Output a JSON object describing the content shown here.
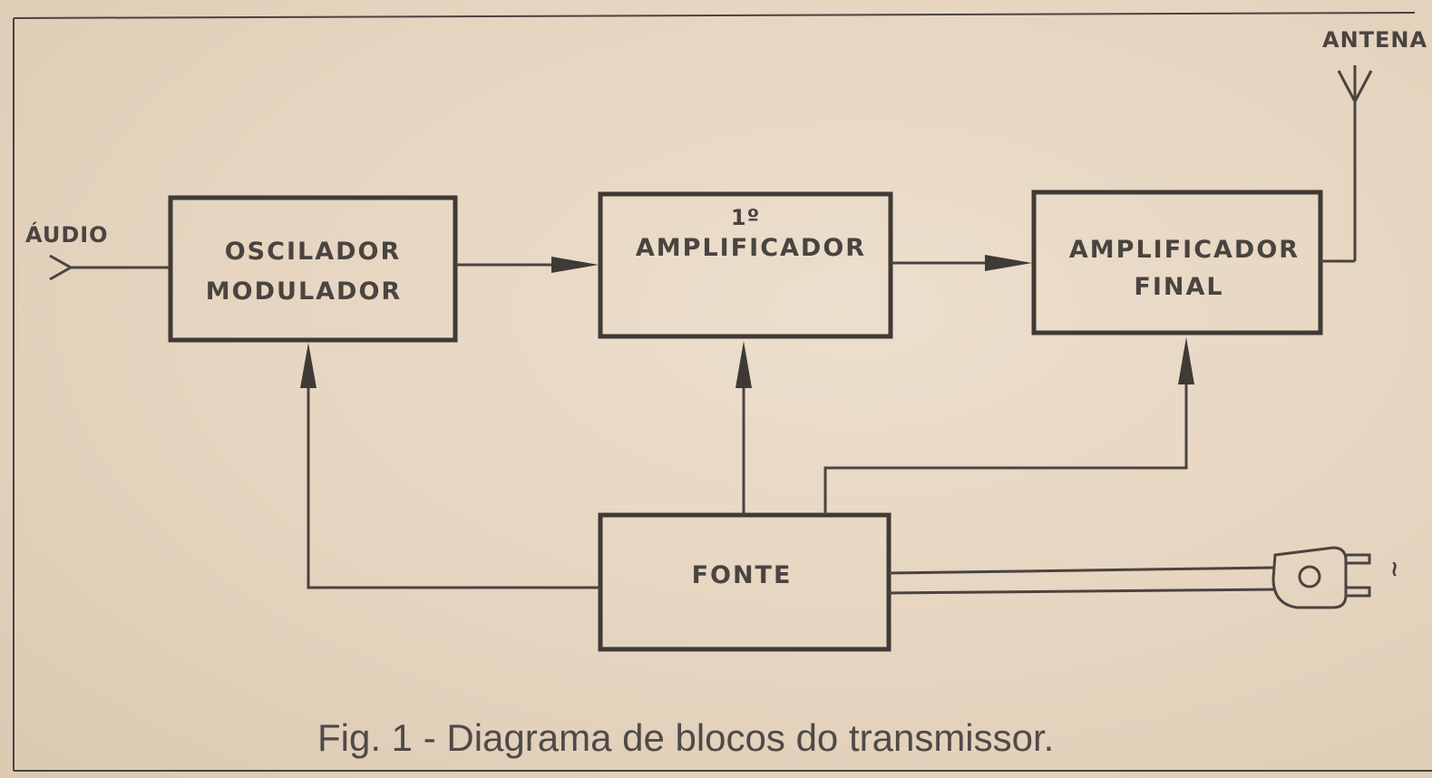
{
  "labels": {
    "audio": "ÁUDIO",
    "antenna": "ANTENA",
    "oscillator_line1": "OSCILADOR",
    "oscillator_line2": "MODULADOR",
    "amp1_line1": "1º",
    "amp1_line2": "AMPLIFICADOR",
    "final_line1": "AMPLIFICADOR",
    "final_line2": "FINAL",
    "source": "FONTE",
    "ac_symbol": "~"
  },
  "caption": "Fig. 1 - Diagrama de blocos do transmissor.",
  "colors": {
    "paper": "#e6d6c3",
    "ink": "#3f3a36"
  }
}
